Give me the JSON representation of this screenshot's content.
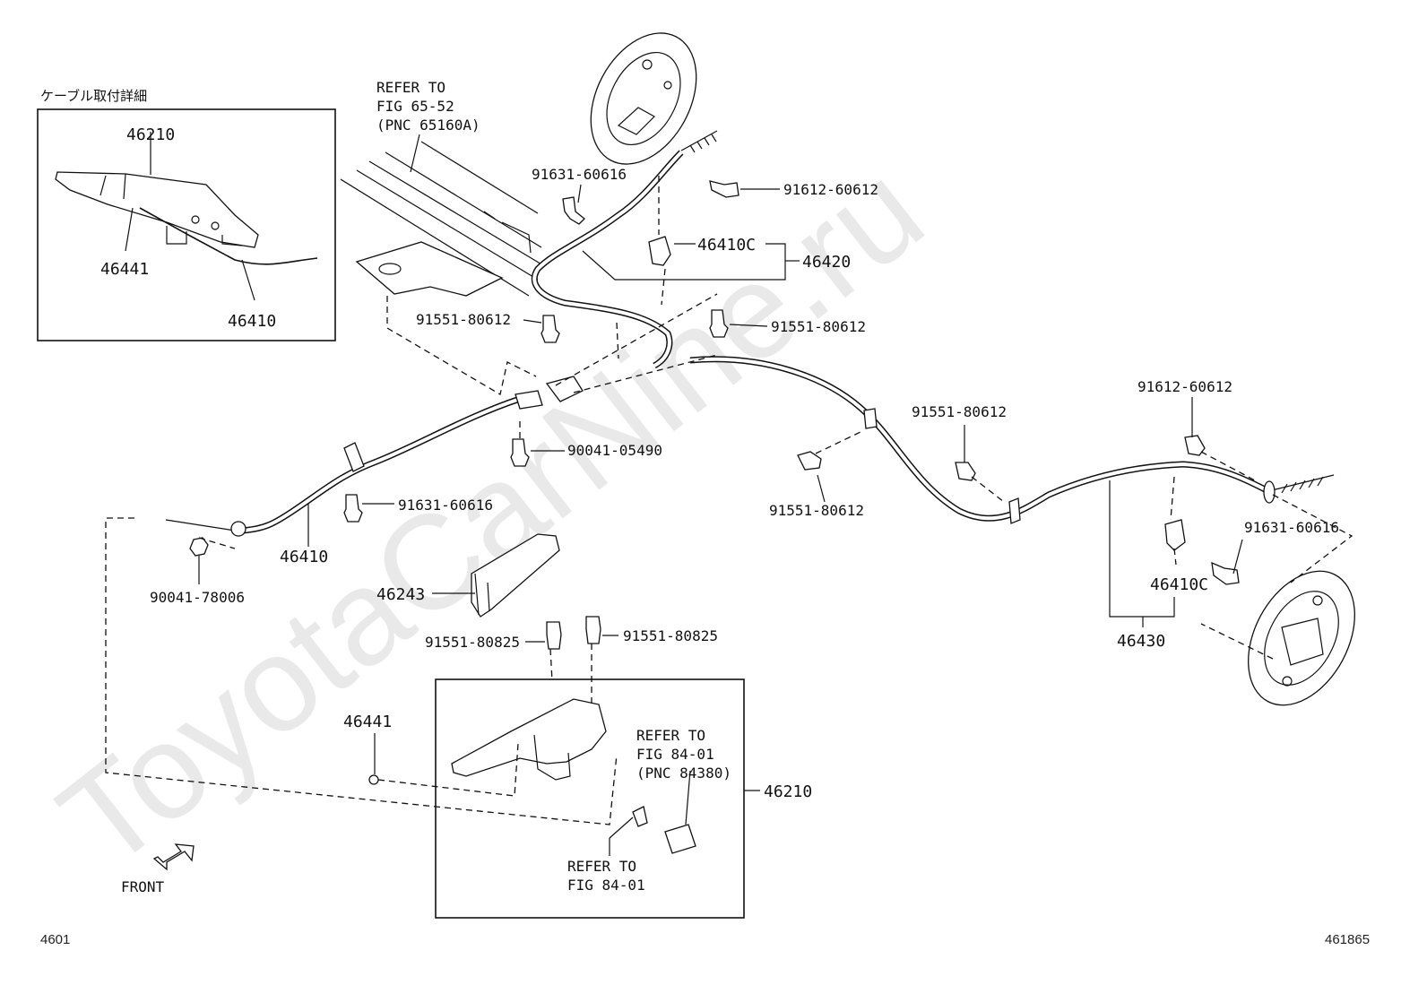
{
  "watermark": "ToyotaCarNine.ru",
  "corner": {
    "left": "4601",
    "right": "461865"
  },
  "front_label": "FRONT",
  "detail": {
    "title": "ケーブル取付詳細",
    "p1": "46210",
    "p2": "46441",
    "p3": "46410"
  },
  "refer_top": [
    "REFER TO",
    "FIG 65-52",
    "(PNC 65160A)"
  ],
  "refer_mid": [
    "REFER TO",
    "FIG 84-01",
    "(PNC 84380)"
  ],
  "refer_bot": [
    "REFER TO",
    "FIG 84-01"
  ],
  "labels": {
    "l_91631_top": "91631-60616",
    "l_91612_top": "91612-60612",
    "l_46410c_top": "46410C",
    "l_46420": "46420",
    "l_91551_a": "91551-80612",
    "l_91551_b": "91551-80612",
    "l_90041_05490": "90041-05490",
    "l_91631_mid": "91631-60616",
    "l_46410": "46410",
    "l_90041_78006": "90041-78006",
    "l_46243": "46243",
    "l_91551_80825_a": "91551-80825",
    "l_91551_80825_b": "91551-80825",
    "l_46441": "46441",
    "l_46210": "46210",
    "l_91551_c": "91551-80612",
    "l_91551_d": "91551-80612",
    "l_91612_right": "91612-60612",
    "l_91631_right": "91631-60616",
    "l_46410c_right": "46410C",
    "l_46430": "46430"
  }
}
